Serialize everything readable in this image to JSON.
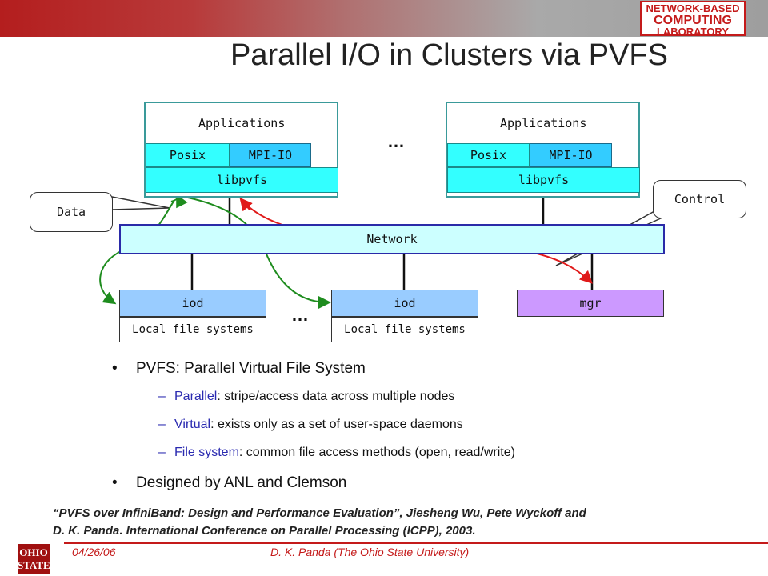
{
  "header": {
    "logo_line1": "NETWORK-BASED",
    "logo_line2": "COMPUTING",
    "logo_line3": "LABORATORY"
  },
  "slide": {
    "title": "Parallel I/O in Clusters via PVFS"
  },
  "diagram": {
    "client_left": {
      "applications": "Applications",
      "posix": "Posix",
      "mpiio": "MPI-IO",
      "libpvfs": "libpvfs"
    },
    "client_right": {
      "applications": "Applications",
      "posix": "Posix",
      "mpiio": "MPI-IO",
      "libpvfs": "libpvfs"
    },
    "client_ellipsis": "…",
    "network": "Network",
    "iod_left": {
      "label": "iod",
      "storage": "Local file systems"
    },
    "iod_right": {
      "label": "iod",
      "storage": "Local file systems"
    },
    "iod_ellipsis": "…",
    "mgr": "mgr",
    "callout_data": "Data",
    "callout_control": "Control",
    "colors": {
      "data_arrow": "#1e8c1e",
      "control_arrow": "#e01a1a"
    }
  },
  "bullets": [
    {
      "text": "PVFS: Parallel Virtual File System",
      "sub": [
        {
          "term": "Parallel",
          "rest": ": stripe/access data across multiple nodes"
        },
        {
          "term": "Virtual",
          "rest": ": exists only as a set of user-space daemons"
        },
        {
          "term": "File system",
          "rest": ": common file access methods (open, read/write)"
        }
      ]
    },
    {
      "text": "Designed by ANL and Clemson",
      "sub": []
    }
  ],
  "citation": {
    "line1": "“PVFS over InfiniBand: Design and Performance Evaluation”, Jiesheng Wu, Pete Wyckoff and",
    "line2": "D. K. Panda. International Conference on Parallel Processing (ICPP), 2003."
  },
  "footer": {
    "date": "04/26/06",
    "author": "D. K. Panda (The Ohio State University)",
    "osu_line1": "OHIO",
    "osu_line2": "STATE"
  }
}
